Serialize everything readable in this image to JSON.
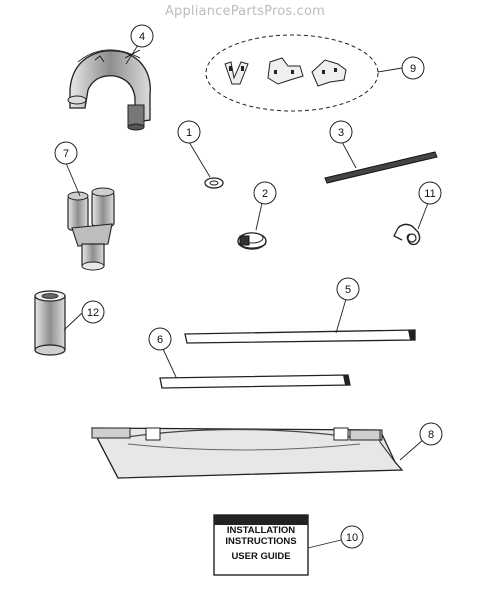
{
  "watermark": "AppliancePartsPros.com",
  "callouts": [
    "1",
    "2",
    "3",
    "4",
    "5",
    "6",
    "7",
    "8",
    "9",
    "10",
    "11",
    "12"
  ],
  "manual": {
    "line1": "INSTALLATION",
    "line2": "INSTRUCTIONS",
    "line3": "USER GUIDE"
  }
}
